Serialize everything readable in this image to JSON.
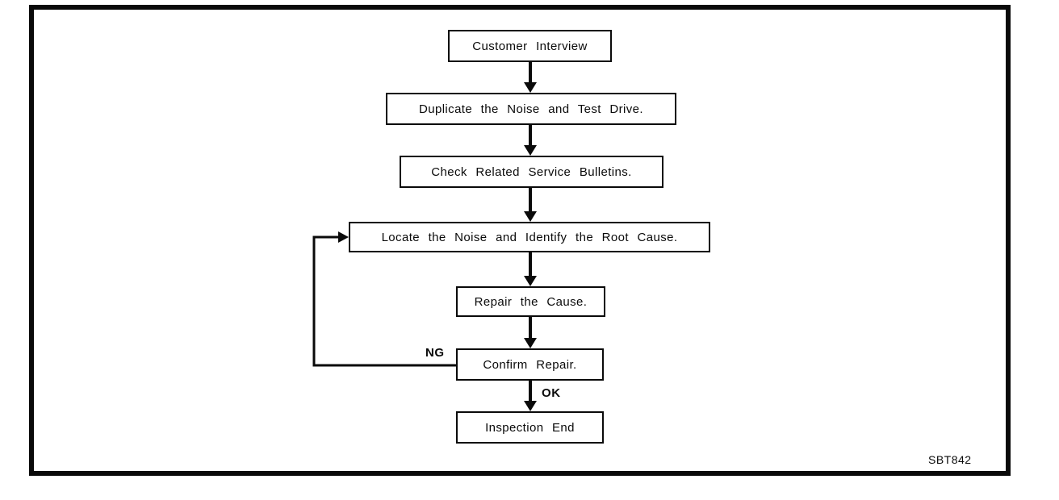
{
  "figure": {
    "code": "SBT842",
    "colors": {
      "line": "#0a0a0a",
      "background": "#ffffff",
      "text": "#0a0a0a"
    },
    "connector_labels": {
      "ng": "NG",
      "ok": "OK"
    },
    "boxes": [
      {
        "name": "customer-interview",
        "label": "Customer Interview"
      },
      {
        "name": "duplicate-noise-test-drive",
        "label": "Duplicate the Noise and Test Drive."
      },
      {
        "name": "check-related-service-bulletins",
        "label": "Check Related Service Bulletins."
      },
      {
        "name": "locate-noise-identify-root-cause",
        "label": "Locate the Noise and Identify the Root Cause."
      },
      {
        "name": "repair-cause",
        "label": "Repair the Cause."
      },
      {
        "name": "confirm-repair",
        "label": "Confirm Repair."
      },
      {
        "name": "inspection-end",
        "label": "Inspection End"
      }
    ],
    "edges": [
      {
        "from": 0,
        "to": 1,
        "label": ""
      },
      {
        "from": 1,
        "to": 2,
        "label": ""
      },
      {
        "from": 2,
        "to": 3,
        "label": ""
      },
      {
        "from": 3,
        "to": 4,
        "label": ""
      },
      {
        "from": 4,
        "to": 5,
        "label": ""
      },
      {
        "from": 5,
        "to": 6,
        "label": "OK"
      },
      {
        "from": 5,
        "to": 3,
        "label": "NG"
      }
    ]
  }
}
